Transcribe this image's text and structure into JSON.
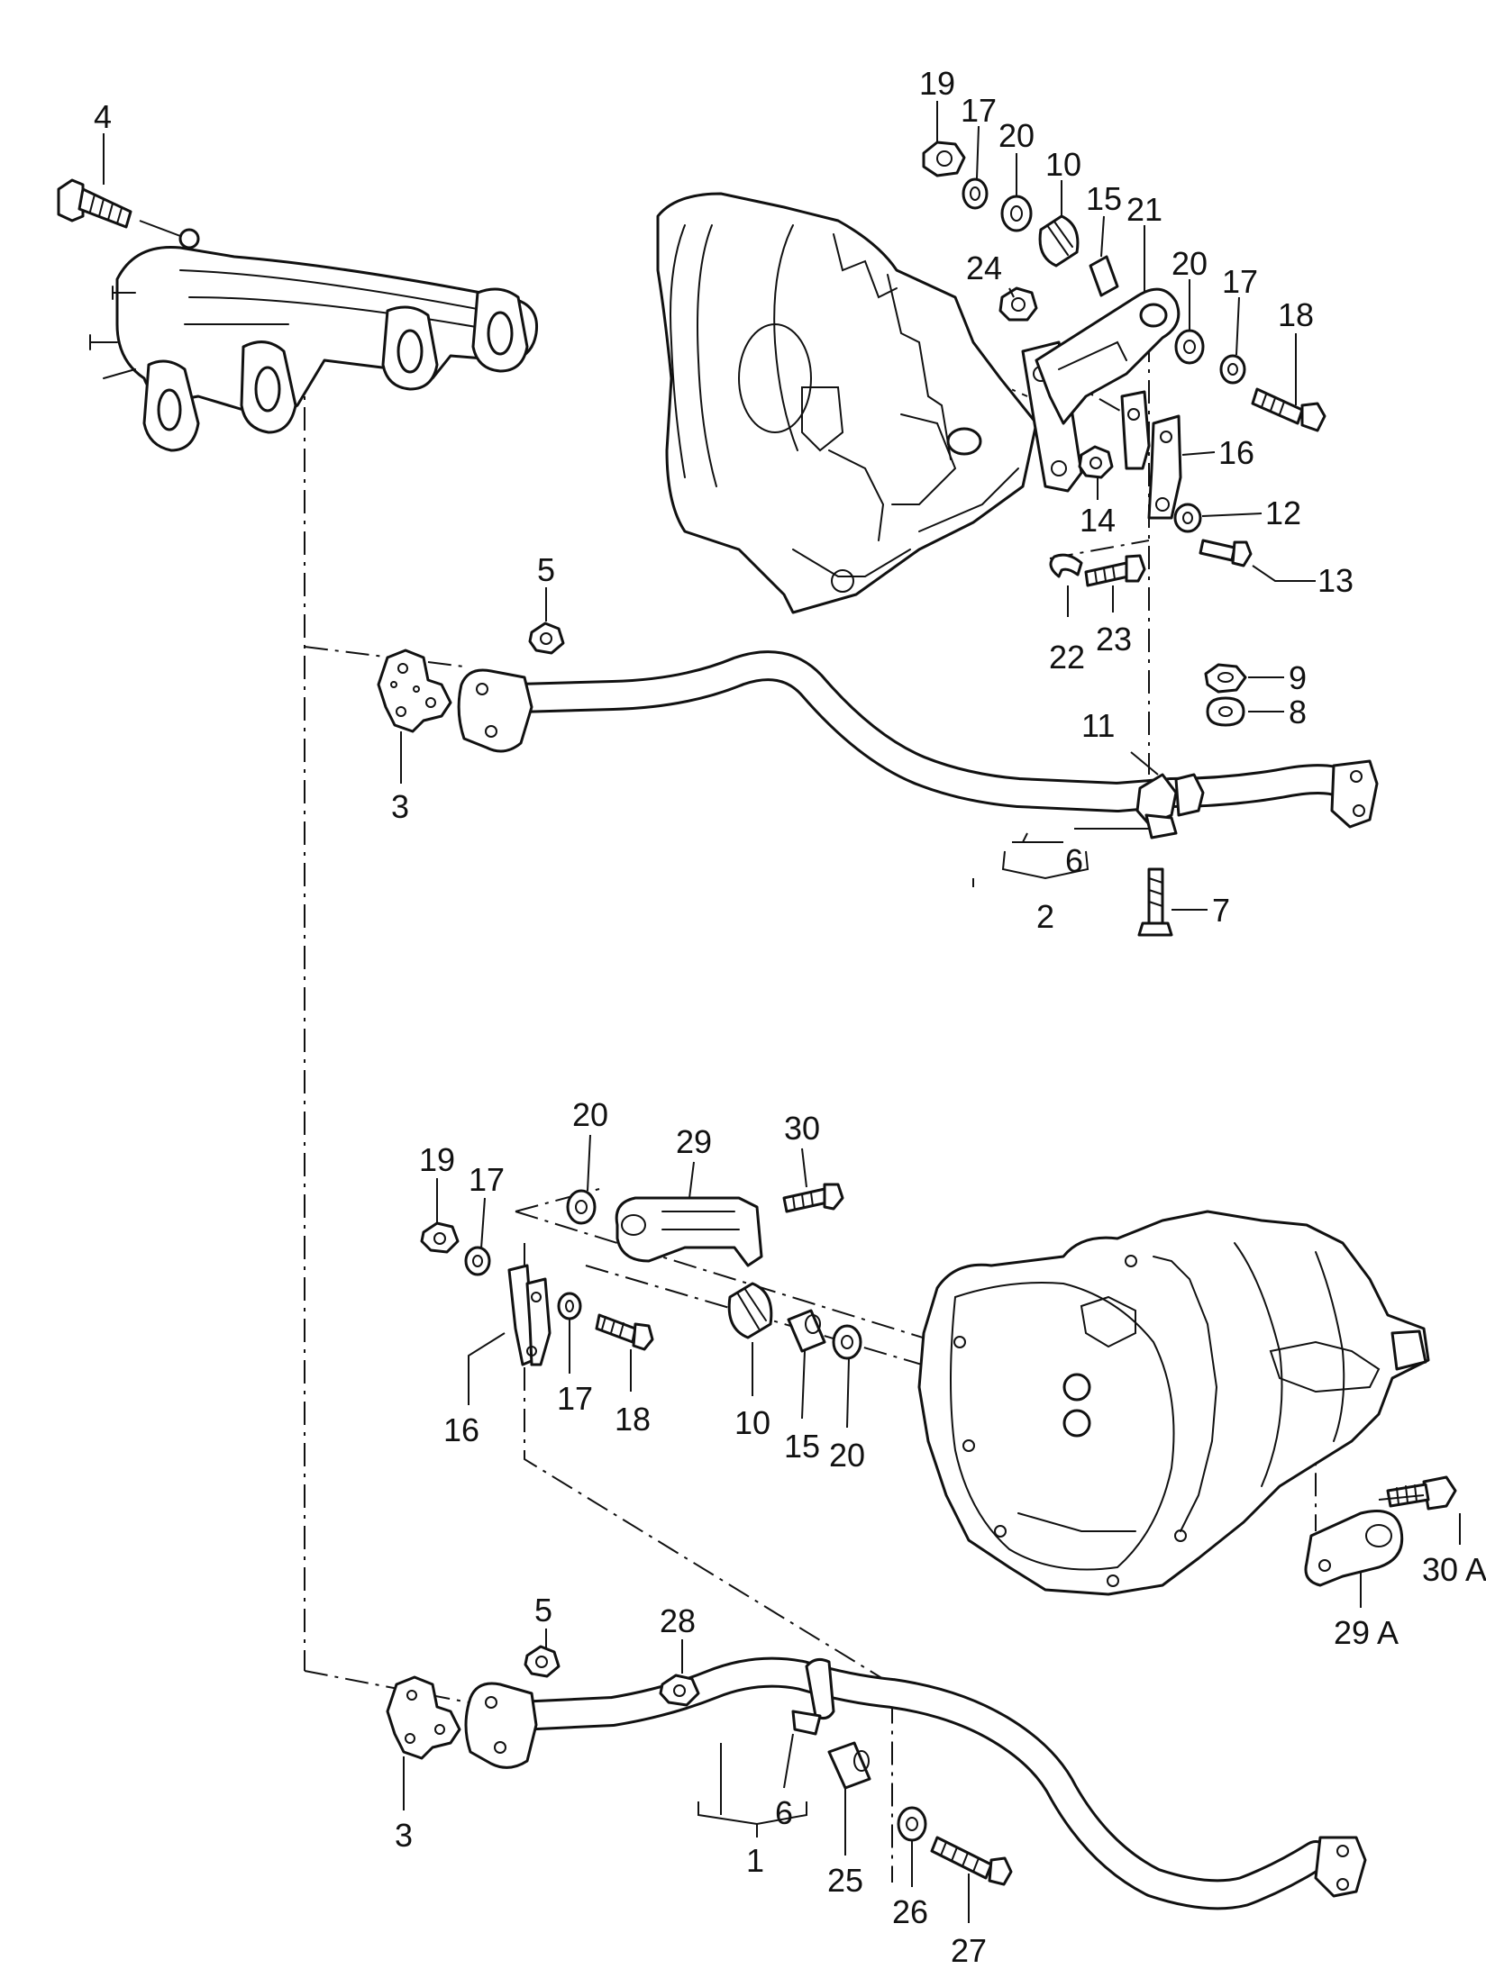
{
  "labels": {
    "l1": "1",
    "l2": "2",
    "l3a": "3",
    "l3b": "3",
    "l4": "4",
    "l5a": "5",
    "l5b": "5",
    "l6a": "6",
    "l6b": "6",
    "l7": "7",
    "l8": "8",
    "l9": "9",
    "l10a": "10",
    "l10b": "10",
    "l11": "11",
    "l12": "12",
    "l13": "13",
    "l14": "14",
    "l15a": "15",
    "l15b": "15",
    "l16a": "16",
    "l16b": "16",
    "l17a": "17",
    "l17b": "17",
    "l17c": "17",
    "l17d": "17",
    "l18a": "18",
    "l18b": "18",
    "l19a": "19",
    "l19b": "19",
    "l20a": "20",
    "l20b": "20",
    "l20c": "20",
    "l20d": "20",
    "l21": "21",
    "l22": "22",
    "l23": "23",
    "l24": "24",
    "l25": "25",
    "l26": "26",
    "l27": "27",
    "l28": "28",
    "l29": "29",
    "l29A": "29 A",
    "l30": "30",
    "l30A": "30 A"
  }
}
